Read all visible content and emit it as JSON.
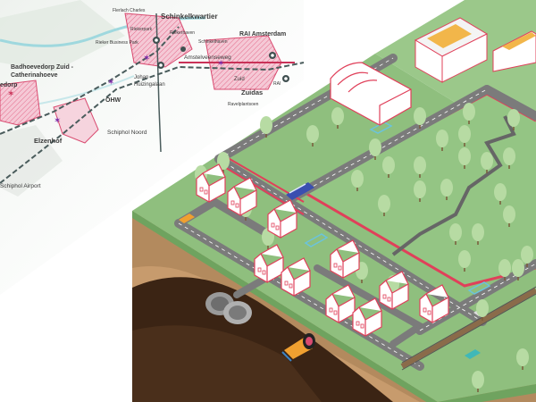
{
  "map": {
    "labels": {
      "flierlach": "Flerlach Charles",
      "schinkelkwartier": "Schinkelkwartier",
      "riekerpark": "Riekerpark",
      "riekerhaven": "Riekerhaven",
      "riekerbusinesspark": "Rieker Business Park",
      "schinkelhaven": "Schinkelhaven",
      "rai_amsterdam": "RAI Amsterdam",
      "amstelveenseweg": "Amstelveenseweg",
      "badhoevedorp_zuid": "Badhoevedorp Zuid -",
      "catherinahoeve": "Catherinahoeve",
      "edorp": "edorp",
      "johan": "Johan",
      "huizingalaan": "Huizingalaan",
      "ohw": "OHW",
      "zuid": "Zuid",
      "rai": "RAI",
      "zuidas": "Zuidas",
      "ravelplantsoen": "Ravelplantsoen",
      "elzenhof": "Elzenhof",
      "schiphol_noord": "Schiphol Noord",
      "schiphol_airport": "Schiphol Airport"
    }
  },
  "colors": {
    "grass": "#8fbf7e",
    "grass_dark": "#6fa35f",
    "road": "#7b7b7b",
    "soil": "#b38a5e",
    "soil_dark": "#3b2414",
    "accent_red": "#e0405a",
    "district_pink": "#f3c7d4",
    "water": "#8fd4e0"
  }
}
